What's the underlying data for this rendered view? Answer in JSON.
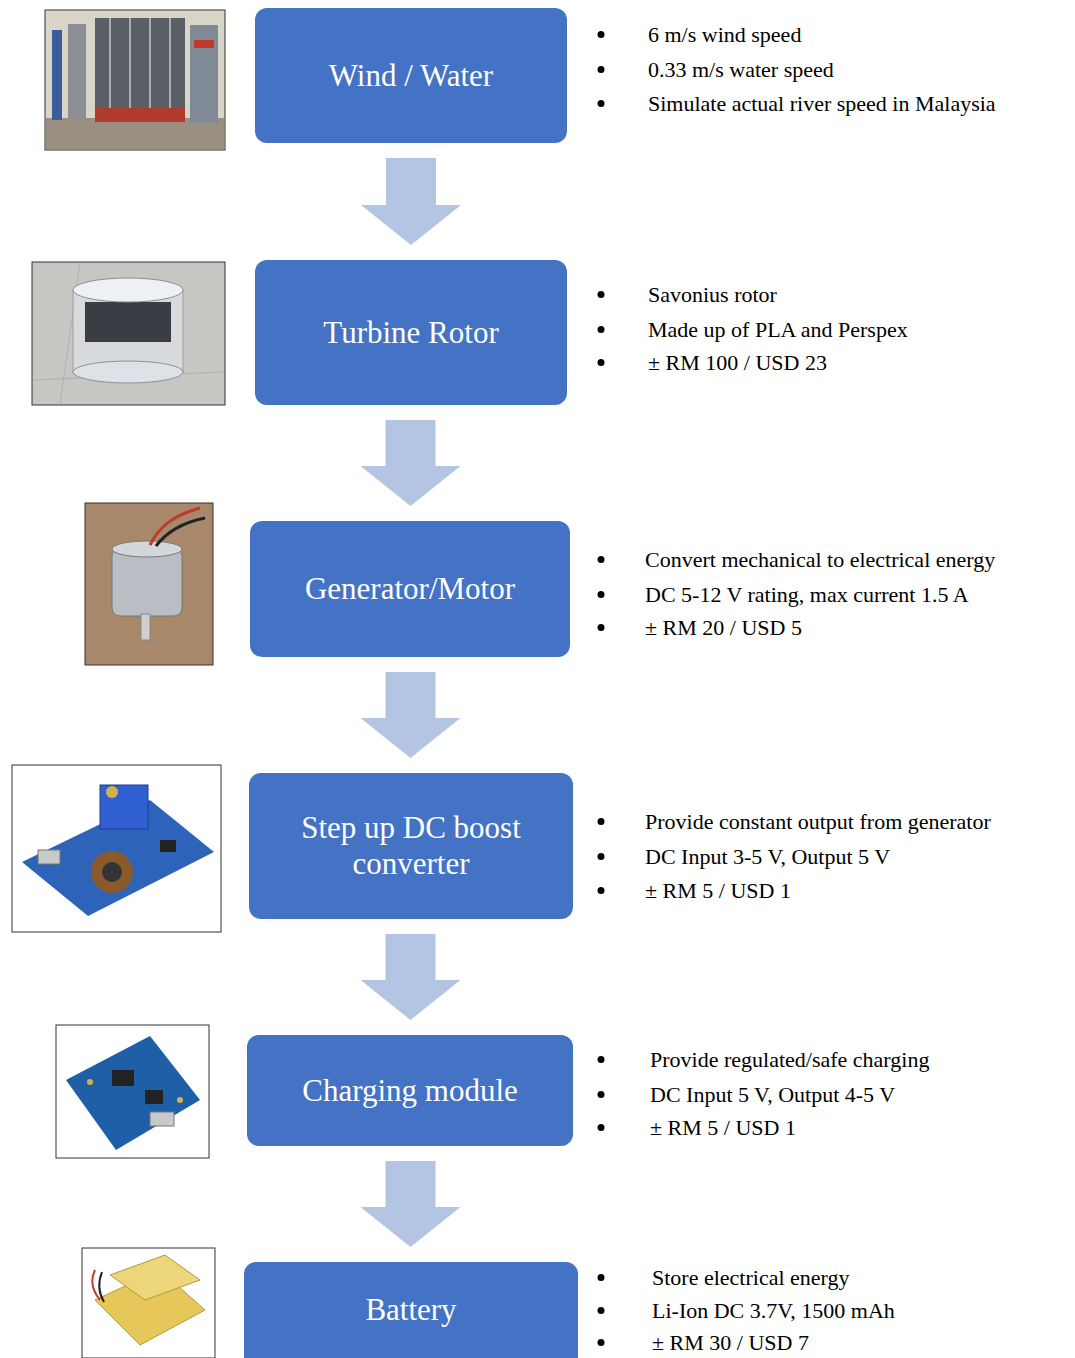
{
  "diagram": {
    "nodes": [
      {
        "text": [
          "Wind / Water"
        ]
      },
      {
        "text": [
          "Turbine Rotor"
        ]
      },
      {
        "text": [
          "Generator/Motor"
        ]
      },
      {
        "text": [
          "Step up DC boost converter"
        ]
      },
      {
        "text": [
          "Charging module"
        ]
      },
      {
        "text": [
          "Battery"
        ]
      }
    ],
    "edges": [
      {
        "from": 0,
        "to": 1,
        "arrow": "to"
      },
      {
        "from": 1,
        "to": 2,
        "arrow": "to"
      },
      {
        "from": 2,
        "to": 3,
        "arrow": "to"
      },
      {
        "from": 3,
        "to": 4,
        "arrow": "to"
      },
      {
        "from": 4,
        "to": 5,
        "arrow": "to"
      }
    ],
    "labels": [
      "6 m/s wind speed",
      "0.33 m/s water speed",
      "Simulate actual river speed in Malaysia",
      "Savonius rotor",
      "Made up of PLA and Perspex",
      "± RM 100 / USD 23",
      "Convert mechanical to electrical energy",
      "DC 5-12 V rating, max current 1.5 A",
      "± RM 20 / USD 5",
      "Provide constant output from generator",
      "DC Input 3-5 V, Output 5 V",
      "± RM 5 / USD 1",
      "Provide regulated/safe charging",
      "DC Input 5 V, Output 4-5 V",
      "± RM 5 / USD 1",
      "Store electrical energy",
      "Li-Ion DC 3.7V, 1500 mAh",
      "± RM 30 / USD 7"
    ]
  }
}
